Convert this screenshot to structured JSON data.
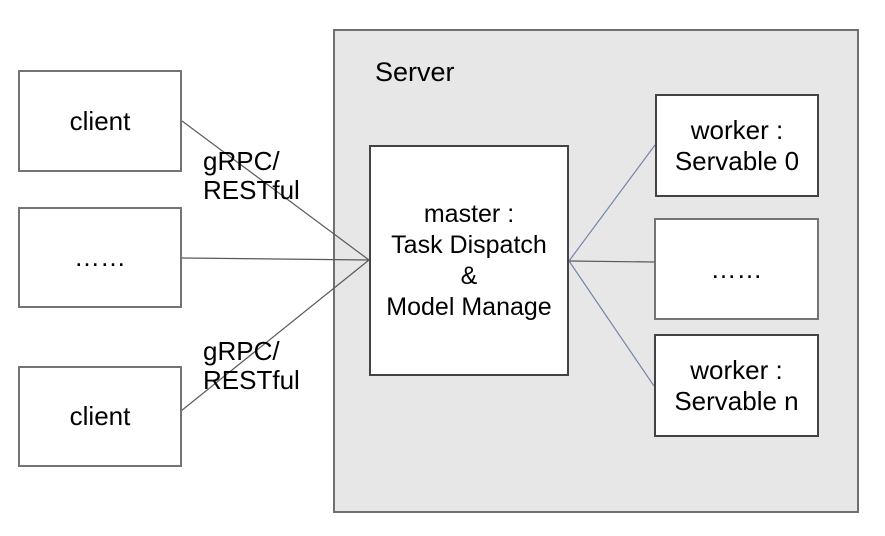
{
  "diagram": {
    "server": {
      "label": "Server"
    },
    "clients": [
      {
        "label": "client"
      },
      {
        "label": "……"
      },
      {
        "label": "client"
      }
    ],
    "master": {
      "label": "master :\nTask Dispatch\n&\nModel Manage"
    },
    "workers": [
      {
        "label": "worker :\nServable 0"
      },
      {
        "label": "……"
      },
      {
        "label": "worker :\nServable n"
      }
    ],
    "edge_labels": [
      {
        "label": "gRPC/\nRESTful"
      },
      {
        "label": "gRPC/\nRESTful"
      }
    ],
    "colors": {
      "server_fill": "#e7e7e7",
      "server_border": "#6f6f6f",
      "box_fill": "#ffffff",
      "box_border_outer": "#747474",
      "box_border_inner": "#434343",
      "line_dark": "#595959",
      "line_blue": "#7286ae",
      "text": "#000000"
    }
  }
}
